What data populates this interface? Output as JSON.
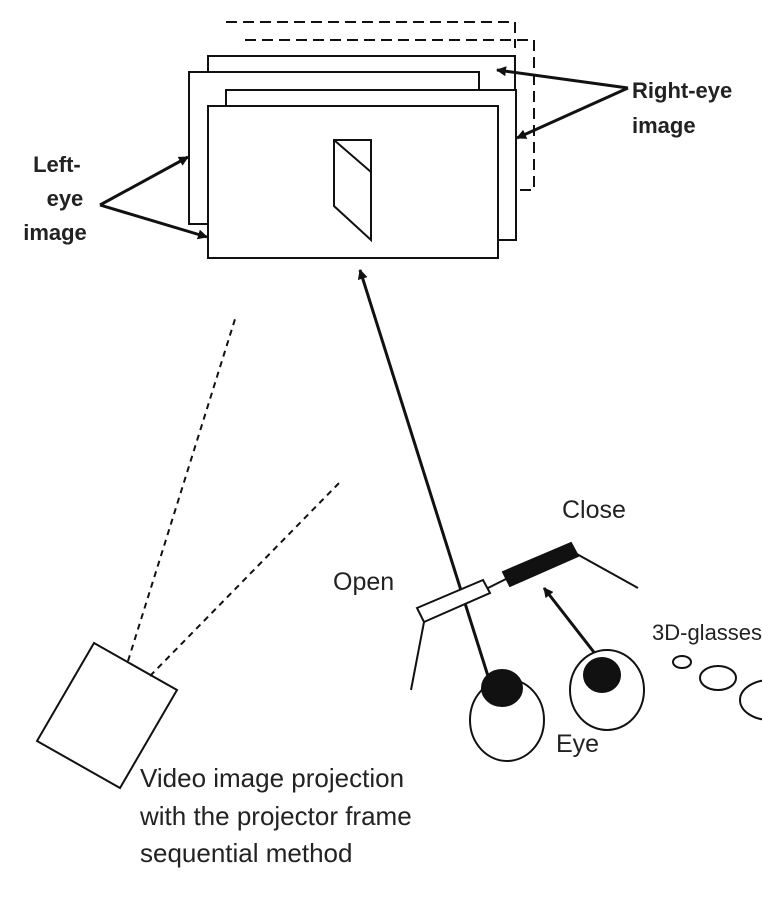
{
  "labels": {
    "right_eye_image": [
      "Right-eye",
      "image"
    ],
    "left_eye_image": [
      "Left-",
      "eye",
      "image"
    ],
    "close": "Close",
    "open": "Open",
    "glasses": "3D-glasses",
    "eye": "Eye",
    "caption": [
      "Video image projection",
      "with the projector frame",
      "sequential method"
    ]
  },
  "colors": {
    "stroke": "#111111",
    "text": "#222222",
    "background": "#ffffff"
  }
}
